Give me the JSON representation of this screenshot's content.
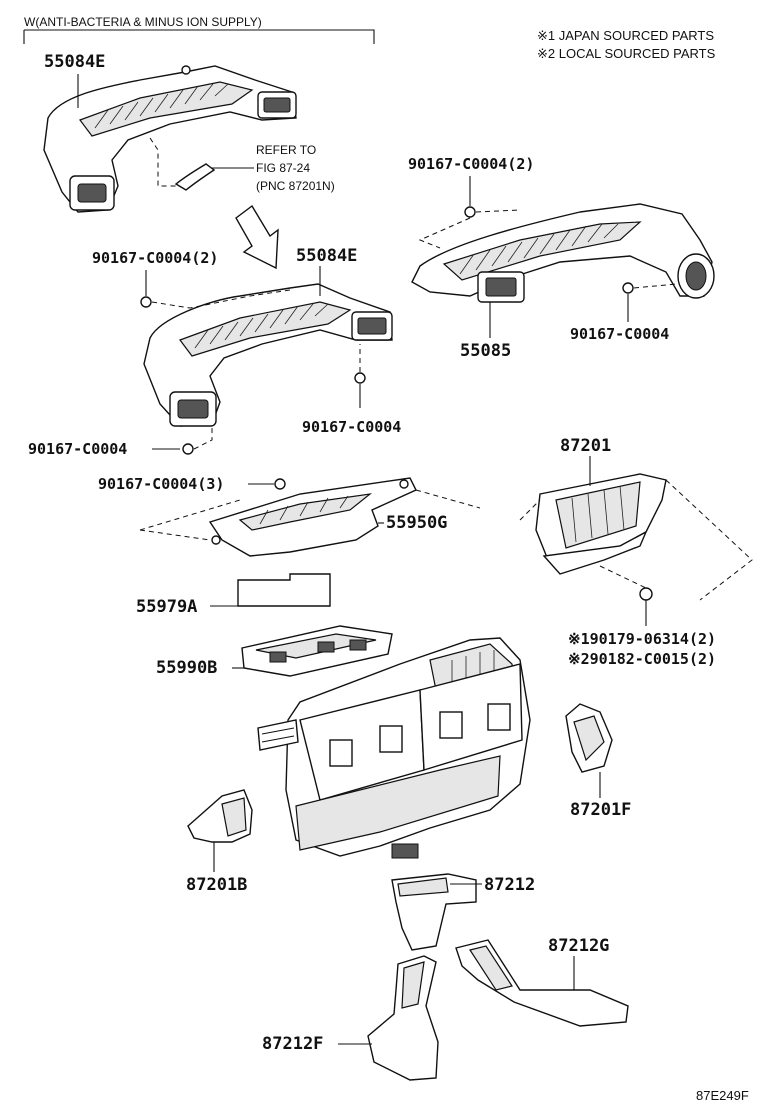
{
  "header": {
    "condition_note": "W(ANTI-BACTERIA & MINUS ION SUPPLY)",
    "legend": [
      "※1 JAPAN SOURCED PARTS",
      "※2 LOCAL SOURCED PARTS"
    ]
  },
  "reference": {
    "line1": "REFER TO",
    "line2": "FIG 87-24",
    "line3": "(PNC 87201N)"
  },
  "parts": {
    "p55084e_top": "55084E",
    "p55084e_mid": "55084E",
    "p55085": "55085",
    "p55950g": "55950G",
    "p55979a": "55979A",
    "p55990b": "55990B",
    "p87201": "87201",
    "p87201f": "87201F",
    "p87201b": "87201B",
    "p87212": "87212",
    "p87212g": "87212G",
    "p87212f": "87212F"
  },
  "fasteners": {
    "f_right_top": "90167-C0004(2)",
    "f_right_bottom": "90167-C0004",
    "f_left_top": "90167-C0004(2)",
    "f_left_mid": "90167-C0004",
    "f_left_bottom": "90167-C0004",
    "f_tray": "90167-C0004(3)",
    "f_nut_japan": "※190179-06314(2)",
    "f_nut_local": "※290182-C0015(2)"
  },
  "footer": {
    "figure_code": "87E249F"
  }
}
